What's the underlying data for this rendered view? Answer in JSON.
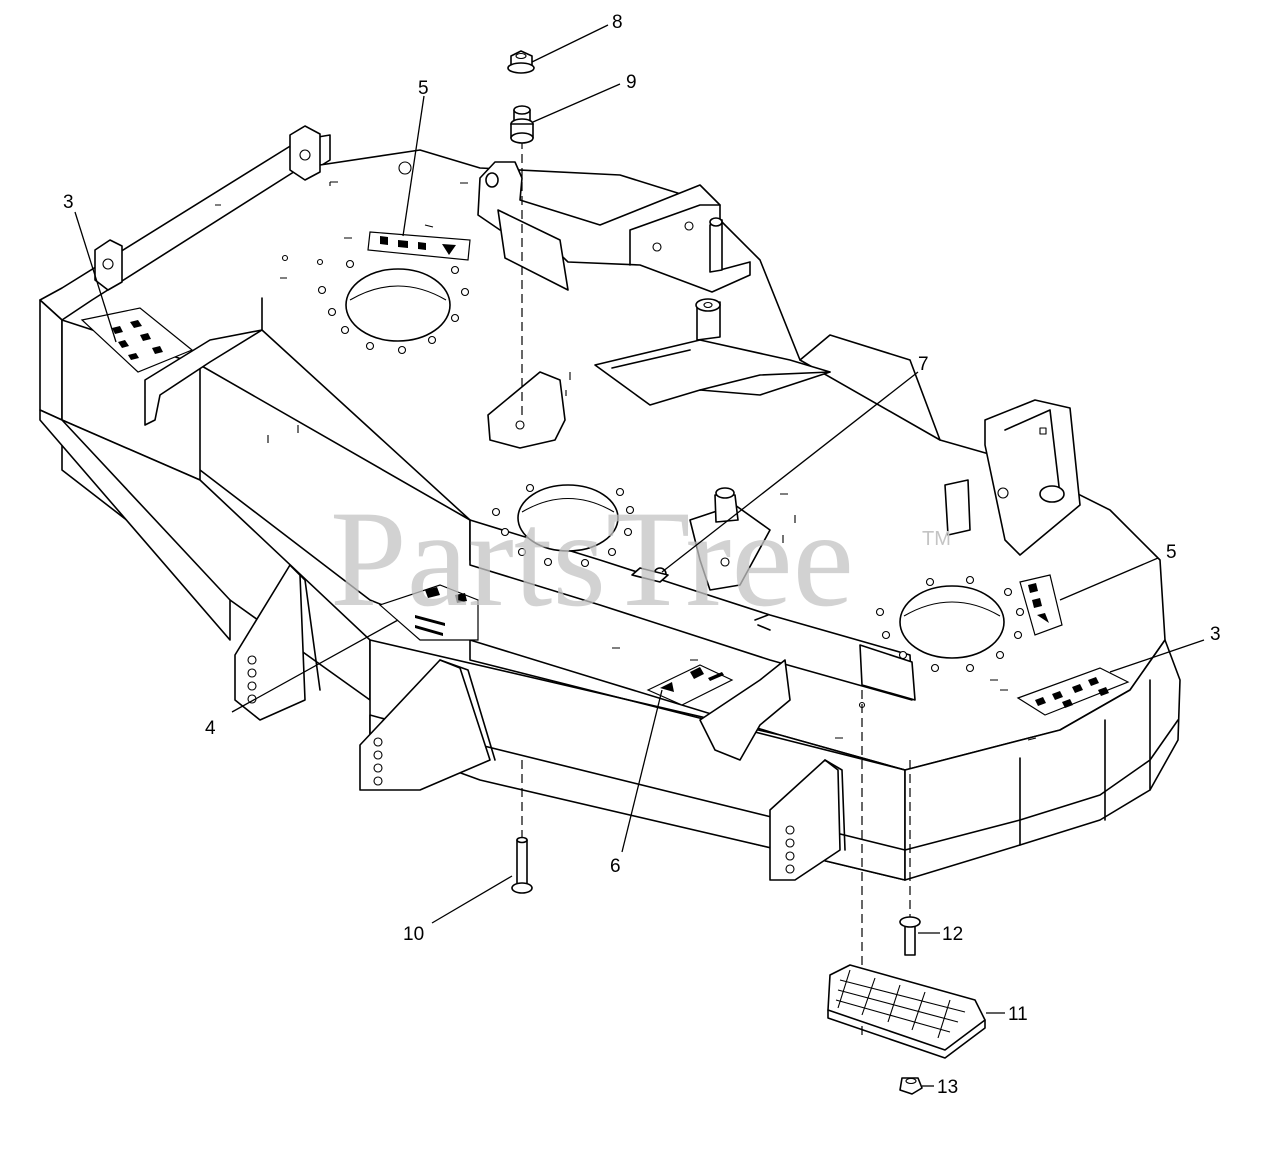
{
  "watermark": {
    "text": "PartsTree",
    "trademark": "TM"
  },
  "callouts": [
    {
      "label": "3"
    },
    {
      "label": "5"
    },
    {
      "label": "8"
    },
    {
      "label": "9"
    },
    {
      "label": "7"
    },
    {
      "label": "5"
    },
    {
      "label": "3"
    },
    {
      "label": "4"
    },
    {
      "label": "6"
    },
    {
      "label": "10"
    },
    {
      "label": "12"
    },
    {
      "label": "11"
    },
    {
      "label": "13"
    }
  ]
}
